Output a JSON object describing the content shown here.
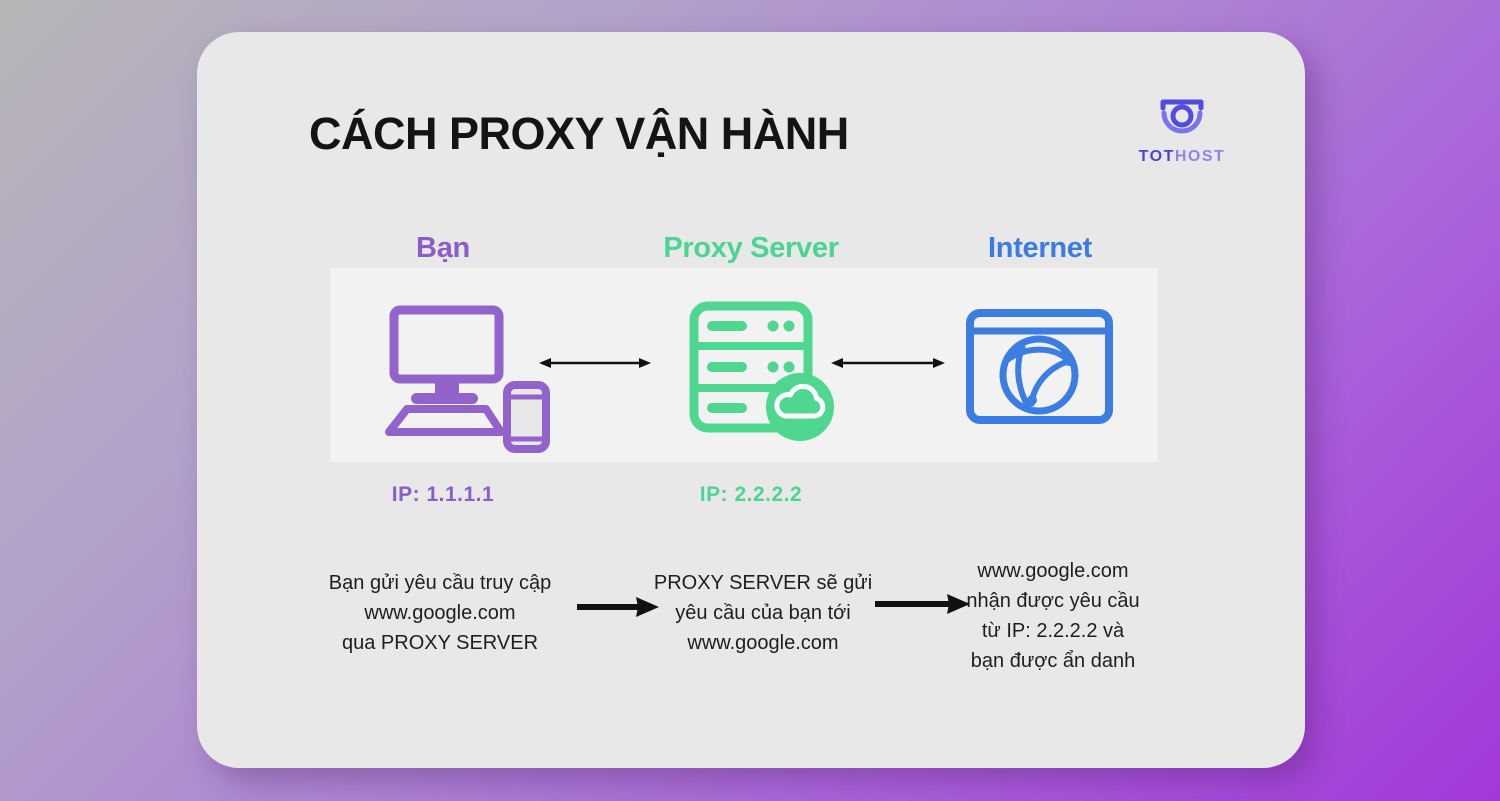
{
  "title": "CÁCH PROXY VẬN HÀNH",
  "logo": {
    "icon": "tothost-logo-icon",
    "text_primary": "TOT",
    "text_secondary": "HOST"
  },
  "nodes": [
    {
      "label": "Bạn",
      "ip": "IP: 1.1.1.1",
      "icon": "desktop-and-phone-icon"
    },
    {
      "label": "Proxy Server",
      "ip": "IP: 2.2.2.2",
      "icon": "server-stack-cloud-icon"
    },
    {
      "label": "Internet",
      "icon": "browser-globe-icon"
    }
  ],
  "steps": [
    {
      "lines": [
        "Bạn gửi yêu cầu truy cập",
        "www.google.com",
        "qua PROXY SERVER"
      ]
    },
    {
      "lines": [
        "PROXY SERVER sẽ gửi",
        "yêu cầu của bạn tới",
        "www.google.com"
      ]
    },
    {
      "lines": [
        "www.google.com",
        "nhận được yêu cầu",
        "từ IP: 2.2.2.2 và",
        "bạn được ẩn danh"
      ]
    }
  ],
  "theme": {
    "bg-grad-start": "#b7b5b7",
    "bg-grad-end": "#a338d9",
    "card-bg": "#e9e8e9",
    "purple": "#9264cb",
    "purple-text": "#8a5dc8",
    "green": "#4fd68f",
    "green-text": "#4bd492",
    "blue": "#3c7de2",
    "blue-text": "#3b7ce2",
    "ink": "#1e1e1e",
    "arrow": "#111111",
    "logo-dark": "#4a45d8",
    "logo-light": "#8d86e8",
    "logo-stroke": "#524cdf",
    "logo-arc": "#7b74e8"
  }
}
